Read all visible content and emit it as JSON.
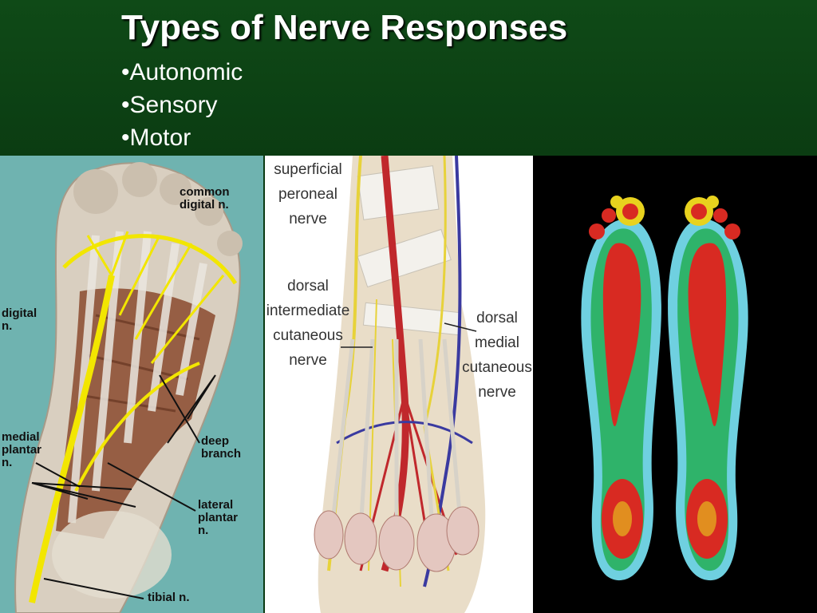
{
  "slide": {
    "title": "Types of Nerve Responses",
    "bullets": [
      "•Autonomic",
      "•Sensory",
      "•Motor"
    ]
  },
  "figure_left": {
    "labels": {
      "common_digital": "common\ndigital n.",
      "digital": "digital\nn.",
      "medial_plantar": "medial\nplantar\nn.",
      "deep_branch": "deep\nbranch",
      "lateral_plantar": "lateral\nplantar\nn.",
      "tibial": "tibial n."
    },
    "colors": {
      "background": "#6fb3b0",
      "nerve": "#f2e600",
      "muscle": "#8a4a2e"
    }
  },
  "figure_middle": {
    "labels": {
      "superficial_peroneal": "superficial\nperoneal\nnerve",
      "dorsal_intermediate": "dorsal\nintermediate\ncutaneous\nnerve",
      "dorsal_medial": "dorsal\nmedial\ncutaneous\nnerve"
    },
    "colors": {
      "artery": "#c0282c",
      "vein": "#3a3aa0",
      "nerve": "#e7d23a"
    }
  },
  "figure_right": {
    "description_colors": {
      "high": "#d82a22",
      "mid": "#e8d21e",
      "low": "#2fb36a",
      "edge": "#6fd0e0"
    }
  }
}
